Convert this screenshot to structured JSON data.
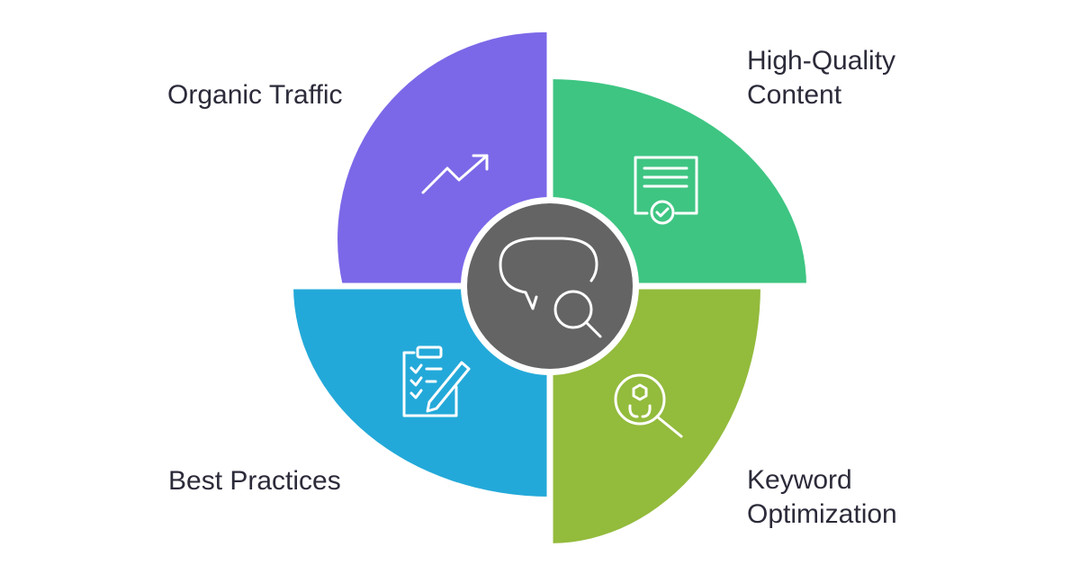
{
  "diagram": {
    "center": {
      "icon": "chat-search-icon",
      "color": "#646464"
    },
    "segments": [
      {
        "id": "organic-traffic",
        "lines": [
          "Organic Traffic"
        ],
        "color": "#7b68e8",
        "icon": "trending-up-icon"
      },
      {
        "id": "high-quality-content",
        "lines": [
          "High-Quality",
          "Content"
        ],
        "color": "#3ec582",
        "icon": "certificate-icon"
      },
      {
        "id": "keyword-optimization",
        "lines": [
          "Keyword",
          "Optimization"
        ],
        "color": "#93bb3c",
        "icon": "keyword-search-icon"
      },
      {
        "id": "best-practices",
        "lines": [
          "Best Practices"
        ],
        "color": "#23a9d9",
        "icon": "checklist-icon"
      }
    ]
  }
}
